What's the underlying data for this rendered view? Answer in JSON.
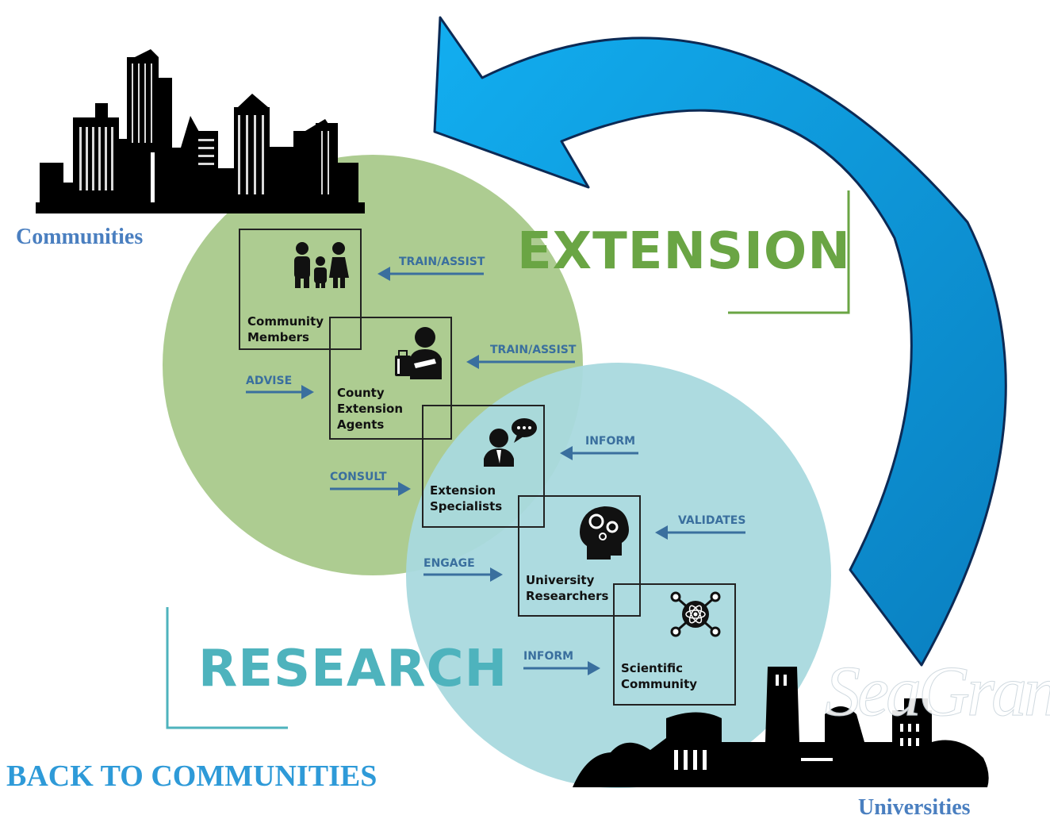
{
  "colors": {
    "extension": "#6aa544",
    "extension_circle": "#a9c98b",
    "research": "#4eb3bd",
    "research_circle": "#a9d9de",
    "arrow": "#3a6f9e",
    "big_arrow": "#0d93d6",
    "communities_label": "#4a7fc0",
    "back_label": "#2e9ad8"
  },
  "labels": {
    "communities": "Communities",
    "universities": "Universities",
    "extension": "EXTENSION",
    "research": "RESEARCH",
    "back_to_communities": "BACK TO COMMUNITIES",
    "seagrant": "SeaGrant"
  },
  "boxes": [
    {
      "lines": [
        "Community",
        "Members"
      ],
      "icon": "family-icon"
    },
    {
      "lines": [
        "County",
        "Extension",
        "Agents"
      ],
      "icon": "agent-icon"
    },
    {
      "lines": [
        "Extension",
        "Specialists"
      ],
      "icon": "specialist-icon"
    },
    {
      "lines": [
        "University",
        "Researchers"
      ],
      "icon": "brain-gears-icon"
    },
    {
      "lines": [
        "Scientific",
        "Community"
      ],
      "icon": "atom-network-icon"
    }
  ],
  "arrows": [
    {
      "text": "TRAIN/ASSIST",
      "direction": "left"
    },
    {
      "text": "TRAIN/ASSIST",
      "direction": "left"
    },
    {
      "text": "ADVISE",
      "direction": "right"
    },
    {
      "text": "INFORM",
      "direction": "left"
    },
    {
      "text": "CONSULT",
      "direction": "right"
    },
    {
      "text": "VALIDATES",
      "direction": "left"
    },
    {
      "text": "ENGAGE",
      "direction": "right"
    },
    {
      "text": "INFORM",
      "direction": "right"
    }
  ]
}
